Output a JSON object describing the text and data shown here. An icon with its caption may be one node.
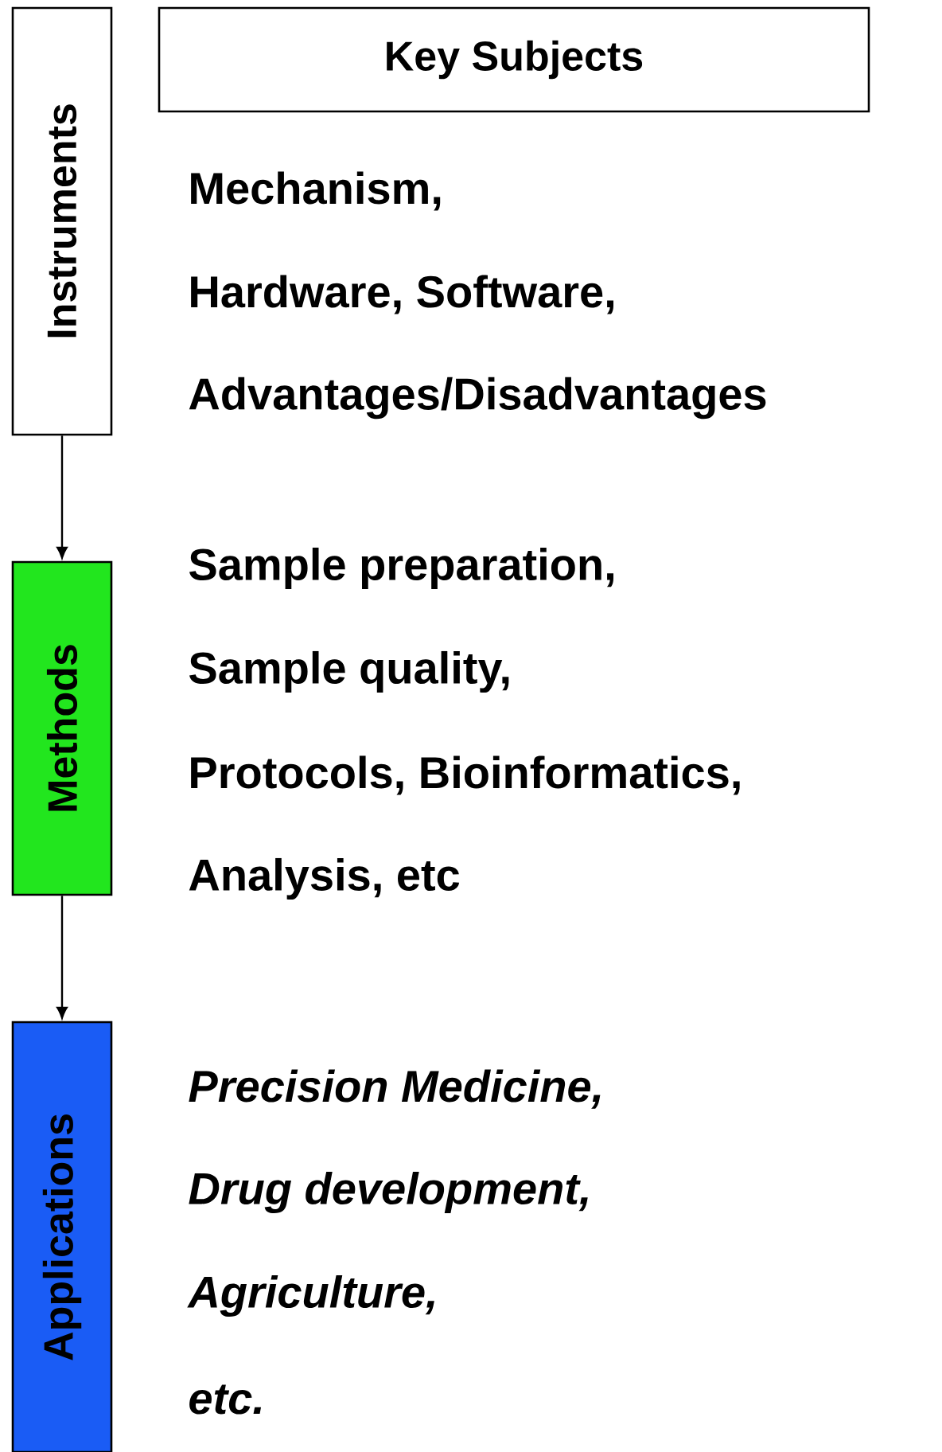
{
  "diagram": {
    "nodes": [
      {
        "text": [
          "Instruments"
        ]
      },
      {
        "text": [
          "Methods"
        ]
      },
      {
        "text": [
          "Applications"
        ]
      },
      {
        "text": [
          "Key Subjects"
        ]
      }
    ],
    "edges": [
      {
        "from": 0,
        "to": 1,
        "arrow": "to"
      },
      {
        "from": 1,
        "to": 2,
        "arrow": "to"
      }
    ],
    "labels": [
      "Mechanism,",
      "Hardware, Software,",
      "Advantages/Disadvantages",
      "Sample preparation,",
      "Sample quality,",
      "Protocols, Bioinformatics,",
      "Analysis, etc",
      "Precision Medicine,",
      "Drug development,",
      "Agriculture,",
      "etc."
    ]
  }
}
